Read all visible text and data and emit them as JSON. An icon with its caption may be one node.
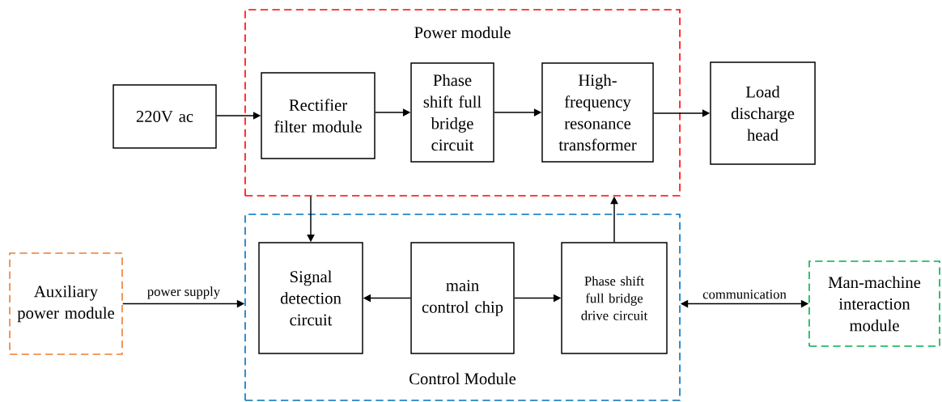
{
  "diagram": {
    "nodes": [
      {
        "text": [
          "Power module"
        ]
      },
      {
        "text": [
          "220V  ac"
        ]
      },
      {
        "text": [
          "Rectifier filter module"
        ],
        "in": 0
      },
      {
        "text": [
          "Phase shift full bridge circuit"
        ],
        "in": 0
      },
      {
        "text": [
          "High-frequency resonance transformer"
        ],
        "in": 0
      },
      {
        "text": [
          "Load discharge head"
        ]
      },
      {
        "text": [
          "Control Module"
        ]
      },
      {
        "text": [
          "Auxiliary power module"
        ]
      },
      {
        "text": [
          "Signal detection circuit"
        ],
        "in": 6
      },
      {
        "text": [
          "main control chip"
        ],
        "in": 6
      },
      {
        "text": [
          "Phase shift full bridge drive circuit"
        ],
        "in": 6
      },
      {
        "text": [
          "Man-machine interaction module"
        ]
      }
    ],
    "edges": [
      {
        "from": 1,
        "to": 2,
        "arrow": "to"
      },
      {
        "from": 2,
        "to": 3,
        "arrow": "to"
      },
      {
        "from": 3,
        "to": 4,
        "arrow": "to"
      },
      {
        "from": 4,
        "to": 5,
        "arrow": "to"
      },
      {
        "from": 0,
        "to": 8,
        "arrow": "to"
      },
      {
        "from": 10,
        "to": 0,
        "arrow": "to"
      },
      {
        "from": 7,
        "to": 6,
        "arrow": "to",
        "label": "power supply"
      },
      {
        "from": 9,
        "to": 8,
        "arrow": "to"
      },
      {
        "from": 9,
        "to": 10,
        "arrow": "to"
      },
      {
        "from": 6,
        "to": 11,
        "arrow": "both",
        "label": "communication"
      }
    ]
  }
}
